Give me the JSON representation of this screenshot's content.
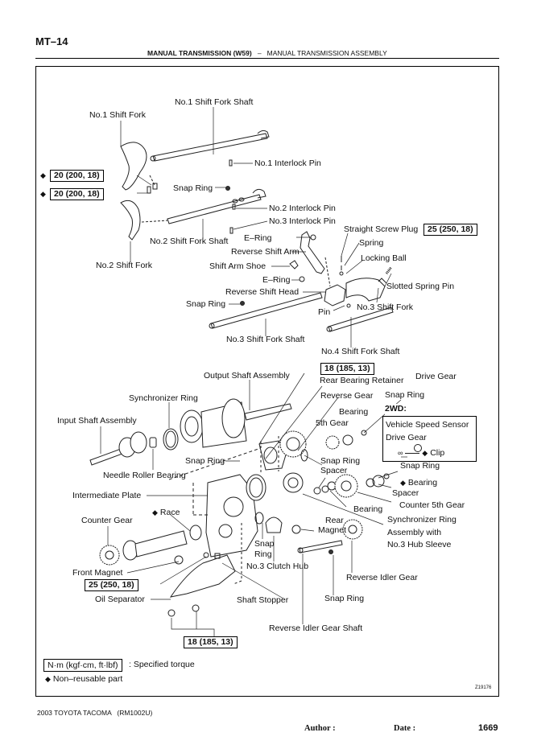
{
  "header": {
    "page_id": "MT–14",
    "section": "MANUAL TRANSMISSION (W59)",
    "separator": "–",
    "subsection": "MANUAL TRANSMISSION ASSEMBLY"
  },
  "diagram": {
    "labels": [
      {
        "id": "no1-shift-fork-shaft",
        "text": "No.1 Shift Fork Shaft"
      },
      {
        "id": "no1-shift-fork",
        "text": "No.1 Shift Fork"
      },
      {
        "id": "no1-interlock-pin",
        "text": "No.1 Interlock Pin"
      },
      {
        "id": "snap-ring-1",
        "text": "Snap Ring"
      },
      {
        "id": "no2-interlock-pin",
        "text": "No.2 Interlock Pin"
      },
      {
        "id": "no3-interlock-pin",
        "text": "No.3 Interlock Pin"
      },
      {
        "id": "straight-screw-plug",
        "text": "Straight Screw Plug"
      },
      {
        "id": "e-ring-1",
        "text": "E–Ring"
      },
      {
        "id": "no2-shift-fork-shaft",
        "text": "No.2 Shift Fork Shaft"
      },
      {
        "id": "spring",
        "text": "Spring"
      },
      {
        "id": "reverse-shift-arm",
        "text": "Reverse Shift Arm"
      },
      {
        "id": "locking-ball",
        "text": "Locking Ball"
      },
      {
        "id": "no2-shift-fork",
        "text": "No.2 Shift Fork"
      },
      {
        "id": "shift-arm-shoe",
        "text": "Shift Arm Shoe"
      },
      {
        "id": "e-ring-2",
        "text": "E–Ring"
      },
      {
        "id": "slotted-spring-pin",
        "text": "Slotted Spring Pin"
      },
      {
        "id": "reverse-shift-head",
        "text": "Reverse Shift Head"
      },
      {
        "id": "snap-ring-2",
        "text": "Snap Ring"
      },
      {
        "id": "no3-shift-fork",
        "text": "No.3 Shift Fork"
      },
      {
        "id": "pin",
        "text": "Pin"
      },
      {
        "id": "no3-shift-fork-shaft",
        "text": "No.3 Shift Fork Shaft"
      },
      {
        "id": "no4-shift-fork-shaft",
        "text": "No.4 Shift Fork Shaft"
      },
      {
        "id": "output-shaft-assembly",
        "text": "Output Shaft Assembly"
      },
      {
        "id": "rear-bearing-retainer",
        "text": "Rear Bearing Retainer"
      },
      {
        "id": "drive-gear",
        "text": "Drive Gear"
      },
      {
        "id": "synchronizer-ring",
        "text": "Synchronizer Ring"
      },
      {
        "id": "reverse-gear",
        "text": "Reverse Gear"
      },
      {
        "id": "snap-ring-3",
        "text": "Snap Ring"
      },
      {
        "id": "bearing-1",
        "text": "Bearing"
      },
      {
        "id": "input-shaft-assembly",
        "text": "Input Shaft Assembly"
      },
      {
        "id": "fifth-gear",
        "text": "5th Gear"
      },
      {
        "id": "snap-ring-4",
        "text": "Snap Ring"
      },
      {
        "id": "snap-ring-5",
        "text": "Snap Ring"
      },
      {
        "id": "needle-roller-bearing",
        "text": "Needle Roller Bearing"
      },
      {
        "id": "spacer-1",
        "text": "Spacer"
      },
      {
        "id": "snap-ring-6",
        "text": "Snap Ring"
      },
      {
        "id": "spacer-2",
        "text": "Spacer"
      },
      {
        "id": "intermediate-plate",
        "text": "Intermediate Plate"
      },
      {
        "id": "counter-5th-gear",
        "text": "Counter 5th Gear"
      },
      {
        "id": "bearing-3",
        "text": "Bearing"
      },
      {
        "id": "counter-gear",
        "text": "Counter Gear"
      },
      {
        "id": "rear-magnet-1",
        "text": "Rear"
      },
      {
        "id": "rear-magnet-2",
        "text": "Magnet"
      },
      {
        "id": "sync-ring-asm-1",
        "text": "Synchronizer Ring"
      },
      {
        "id": "sync-ring-asm-2",
        "text": "Assembly with"
      },
      {
        "id": "sync-ring-asm-3",
        "text": "No.3 Hub Sleeve"
      },
      {
        "id": "snap-ring-7a",
        "text": "Snap"
      },
      {
        "id": "snap-ring-7b",
        "text": "Ring"
      },
      {
        "id": "no3-clutch-hub",
        "text": "No.3 Clutch Hub"
      },
      {
        "id": "front-magnet",
        "text": "Front Magnet"
      },
      {
        "id": "reverse-idler-gear",
        "text": "Reverse Idler Gear"
      },
      {
        "id": "oil-separator",
        "text": "Oil Separator"
      },
      {
        "id": "shaft-stopper",
        "text": "Shaft Stopper"
      },
      {
        "id": "snap-ring-8",
        "text": "Snap Ring"
      },
      {
        "id": "reverse-idler-gear-shaft",
        "text": "Reverse Idler Gear Shaft"
      }
    ],
    "nonreusable_labels": [
      {
        "id": "race",
        "text": "Race"
      },
      {
        "id": "bearing-2",
        "text": "Bearing"
      }
    ],
    "torques": [
      {
        "id": "torque-fork-bolt-1",
        "text": "20 (200, 18)",
        "nonreusable": true
      },
      {
        "id": "torque-fork-bolt-2",
        "text": "20 (200, 18)",
        "nonreusable": true
      },
      {
        "id": "torque-screw-plug",
        "text": "25 (250, 18)"
      },
      {
        "id": "torque-retainer-bolt",
        "text": "18 (185, 13)"
      },
      {
        "id": "torque-stopper-bolt",
        "text": "25 (250, 18)"
      },
      {
        "id": "torque-separator-bolt",
        "text": "18 (185, 13)"
      }
    ],
    "vss_box": {
      "title": "2WD:",
      "line1": "Vehicle Speed Sensor",
      "line2": "Drive Gear",
      "clip": "Clip"
    },
    "diamond": "◆"
  },
  "legend": {
    "unit_box": "N·m (kgf·cm, ft·lbf)",
    "unit_text": ": Specified torque",
    "nonreusable_text": "Non–reusable part"
  },
  "figure_code": "Z19176",
  "footer": {
    "model": "2003 TOYOTA TACOMA   (RM1002U)",
    "author_label": "Author :",
    "date_label": "Date :",
    "page_number": "1669"
  }
}
